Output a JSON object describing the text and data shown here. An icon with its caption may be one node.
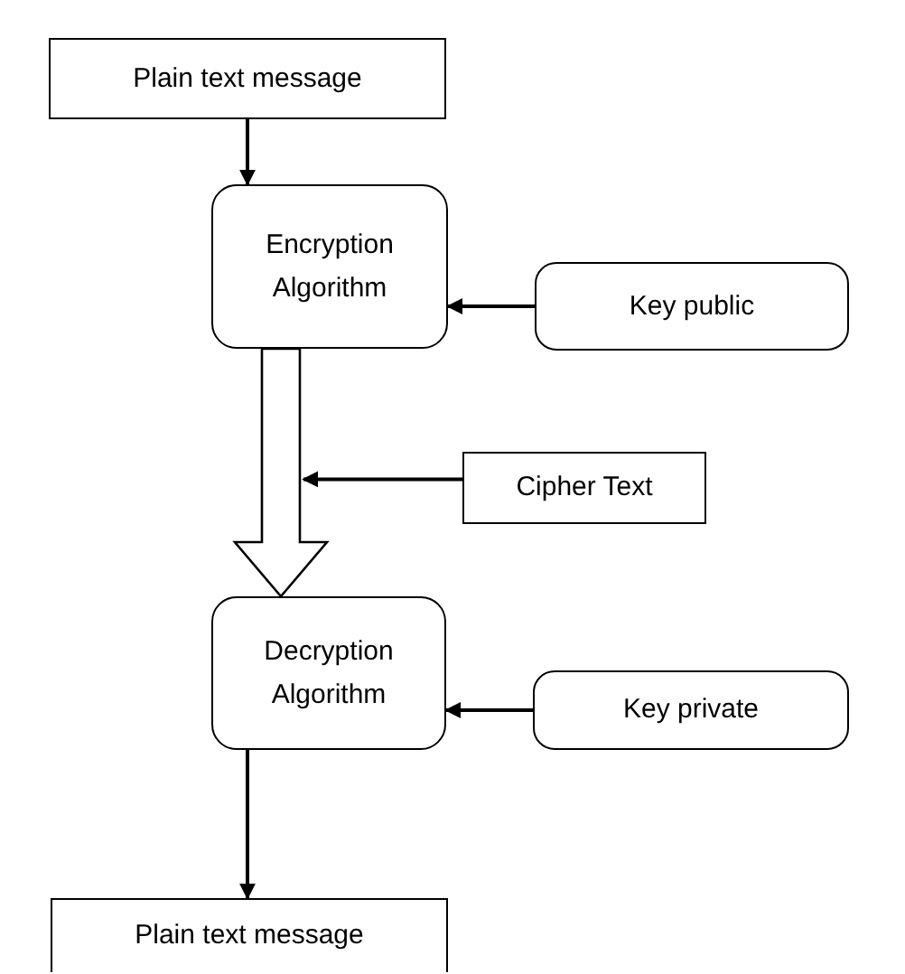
{
  "diagram": {
    "nodes": [
      {
        "text": [
          "Plain text message"
        ]
      },
      {
        "text": [
          "Encryption Algorithm"
        ]
      },
      {
        "text": [
          "Key public"
        ]
      },
      {
        "text": [
          "Cipher Text"
        ]
      },
      {
        "text": [
          "Decryption Algorithm"
        ]
      },
      {
        "text": [
          "Key private"
        ]
      },
      {
        "text": [
          "Plain text message"
        ]
      }
    ],
    "edges": [
      {
        "from": 0,
        "to": 1,
        "arrow": "to"
      },
      {
        "from": 2,
        "to": 1,
        "arrow": "to"
      },
      {
        "from": 1,
        "to": 4,
        "arrow": "to",
        "style": "thick"
      },
      {
        "from": 3,
        "to": null,
        "arrow": "to"
      },
      {
        "from": 5,
        "to": 4,
        "arrow": "to"
      },
      {
        "from": 4,
        "to": 6,
        "arrow": "to"
      }
    ]
  }
}
